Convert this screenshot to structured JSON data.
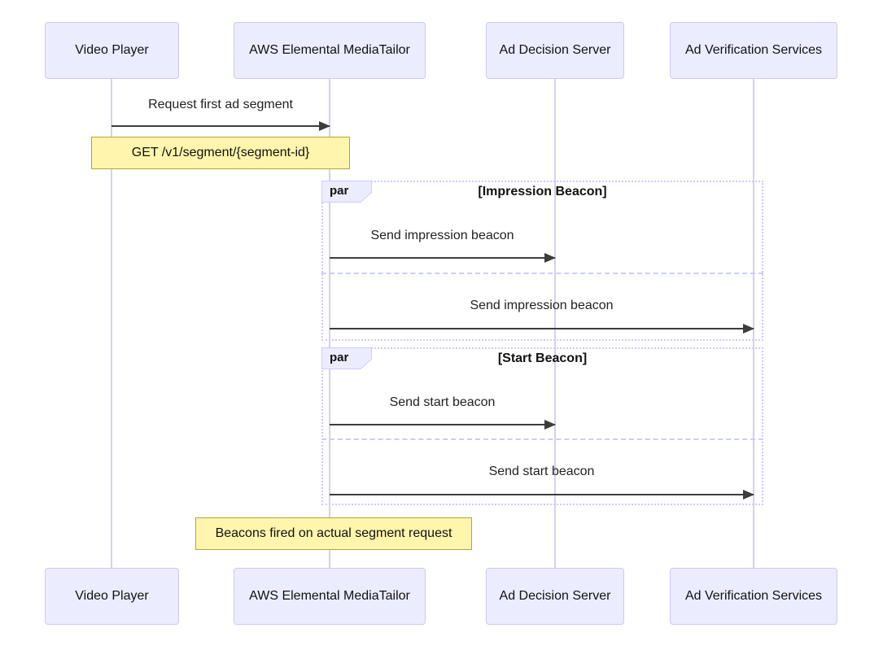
{
  "actors": [
    {
      "label": "Video Player"
    },
    {
      "label": "AWS Elemental MediaTailor"
    },
    {
      "label": "Ad Decision Server"
    },
    {
      "label": "Ad Verification Services"
    }
  ],
  "messages": [
    {
      "from": "Video Player",
      "to": "AWS Elemental MediaTailor",
      "text": "Request first ad segment"
    },
    {
      "from": "AWS Elemental MediaTailor",
      "to": "Ad Decision Server",
      "text": "Send impression beacon"
    },
    {
      "from": "AWS Elemental MediaTailor",
      "to": "Ad Verification Services",
      "text": "Send impression beacon"
    },
    {
      "from": "AWS Elemental MediaTailor",
      "to": "Ad Decision Server",
      "text": "Send start beacon"
    },
    {
      "from": "AWS Elemental MediaTailor",
      "to": "Ad Verification Services",
      "text": "Send start beacon"
    }
  ],
  "notes": [
    {
      "text": "GET /v1/segment/{segment-id}"
    },
    {
      "text": "Beacons fired on actual segment request"
    }
  ],
  "par_blocks": [
    {
      "label": "par",
      "condition": "[Impression Beacon]"
    },
    {
      "label": "par",
      "condition": "[Start Beacon]"
    }
  ],
  "colors": {
    "actor_fill": "#ececff",
    "actor_border": "#cfc7f2",
    "lifeline": "#d8cff0",
    "note_fill": "#fff5ad",
    "note_border": "#aaaa33",
    "frame_border": "#ccccff",
    "arrow": "#3d3d3d",
    "text": "#111111"
  }
}
